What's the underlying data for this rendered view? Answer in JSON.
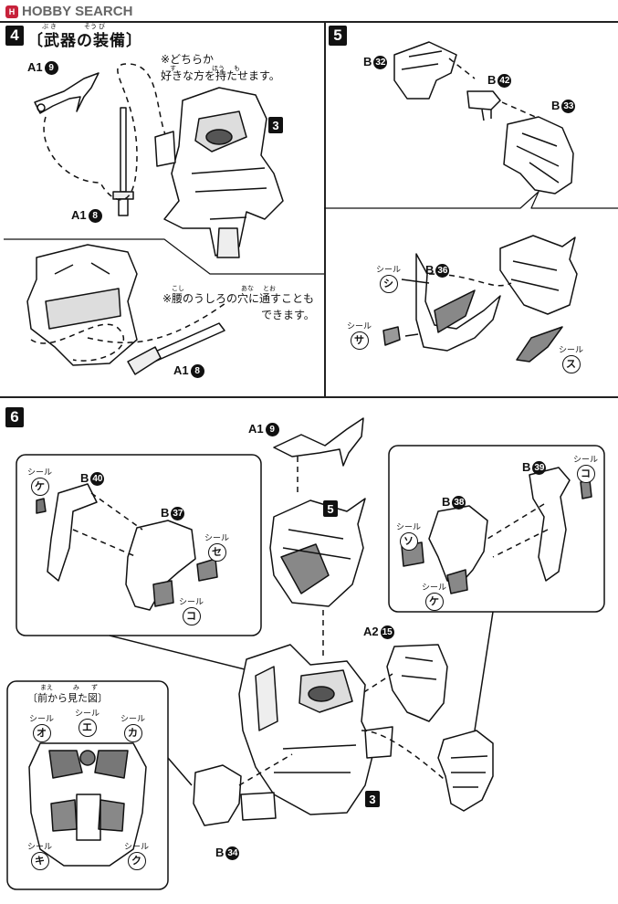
{
  "header": {
    "logo_mark": "H",
    "logo_text": "HOBBY SEARCH"
  },
  "step4": {
    "num": "4",
    "title": "〔武器の装備〕",
    "ruby_buki": "ぶ き",
    "ruby_soubi": "そう び",
    "note1_line1": "※どちらか",
    "note1_line2": "好きな方を持たせます。",
    "ruby_suki": "す",
    "ruby_hou": "ほう",
    "ruby_mo": "も",
    "part_a1_9": "A1",
    "part_a1_9_num": "9",
    "part_a1_8": "A1",
    "part_a1_8_num": "8",
    "ref3": "3",
    "note2_line1": "※腰のうしろの穴に通すことも",
    "note2_line2": "できます。",
    "ruby_koshi": "こし",
    "ruby_ana": "あな",
    "ruby_too": "とお",
    "part_a1_8b": "A1",
    "part_a1_8b_num": "8"
  },
  "step5": {
    "num": "5",
    "b32": "B",
    "b32_num": "32",
    "b42": "B",
    "b42_num": "42",
    "b33": "B",
    "b33_num": "33",
    "b36": "B",
    "b36_num": "36",
    "seal_word": "シール",
    "seal_shi": "シ",
    "seal_sa": "サ",
    "seal_su": "ス"
  },
  "step6": {
    "num": "6",
    "a1": "A1",
    "a1_num": "9",
    "ref5": "5",
    "b40": "B",
    "b40_num": "40",
    "b37": "B",
    "b37_num": "37",
    "b39": "B",
    "b39_num": "39",
    "b38": "B",
    "b38_num": "38",
    "a2": "A2",
    "a2_num": "15",
    "b34": "B",
    "b34_num": "34",
    "ref3": "3",
    "seal_word": "シール",
    "seal_ke": "ケ",
    "seal_se": "セ",
    "seal_ko": "コ",
    "seal_so": "ソ",
    "seal_ke2": "ケ",
    "seal_ko2": "コ",
    "front_view": "〔前から見た図〕",
    "ruby_mae": "まえ",
    "ruby_mi": "み",
    "ruby_zu": "ず",
    "seal_o": "オ",
    "seal_e": "エ",
    "seal_ka": "カ",
    "seal_ki": "キ",
    "seal_ku": "ク"
  }
}
